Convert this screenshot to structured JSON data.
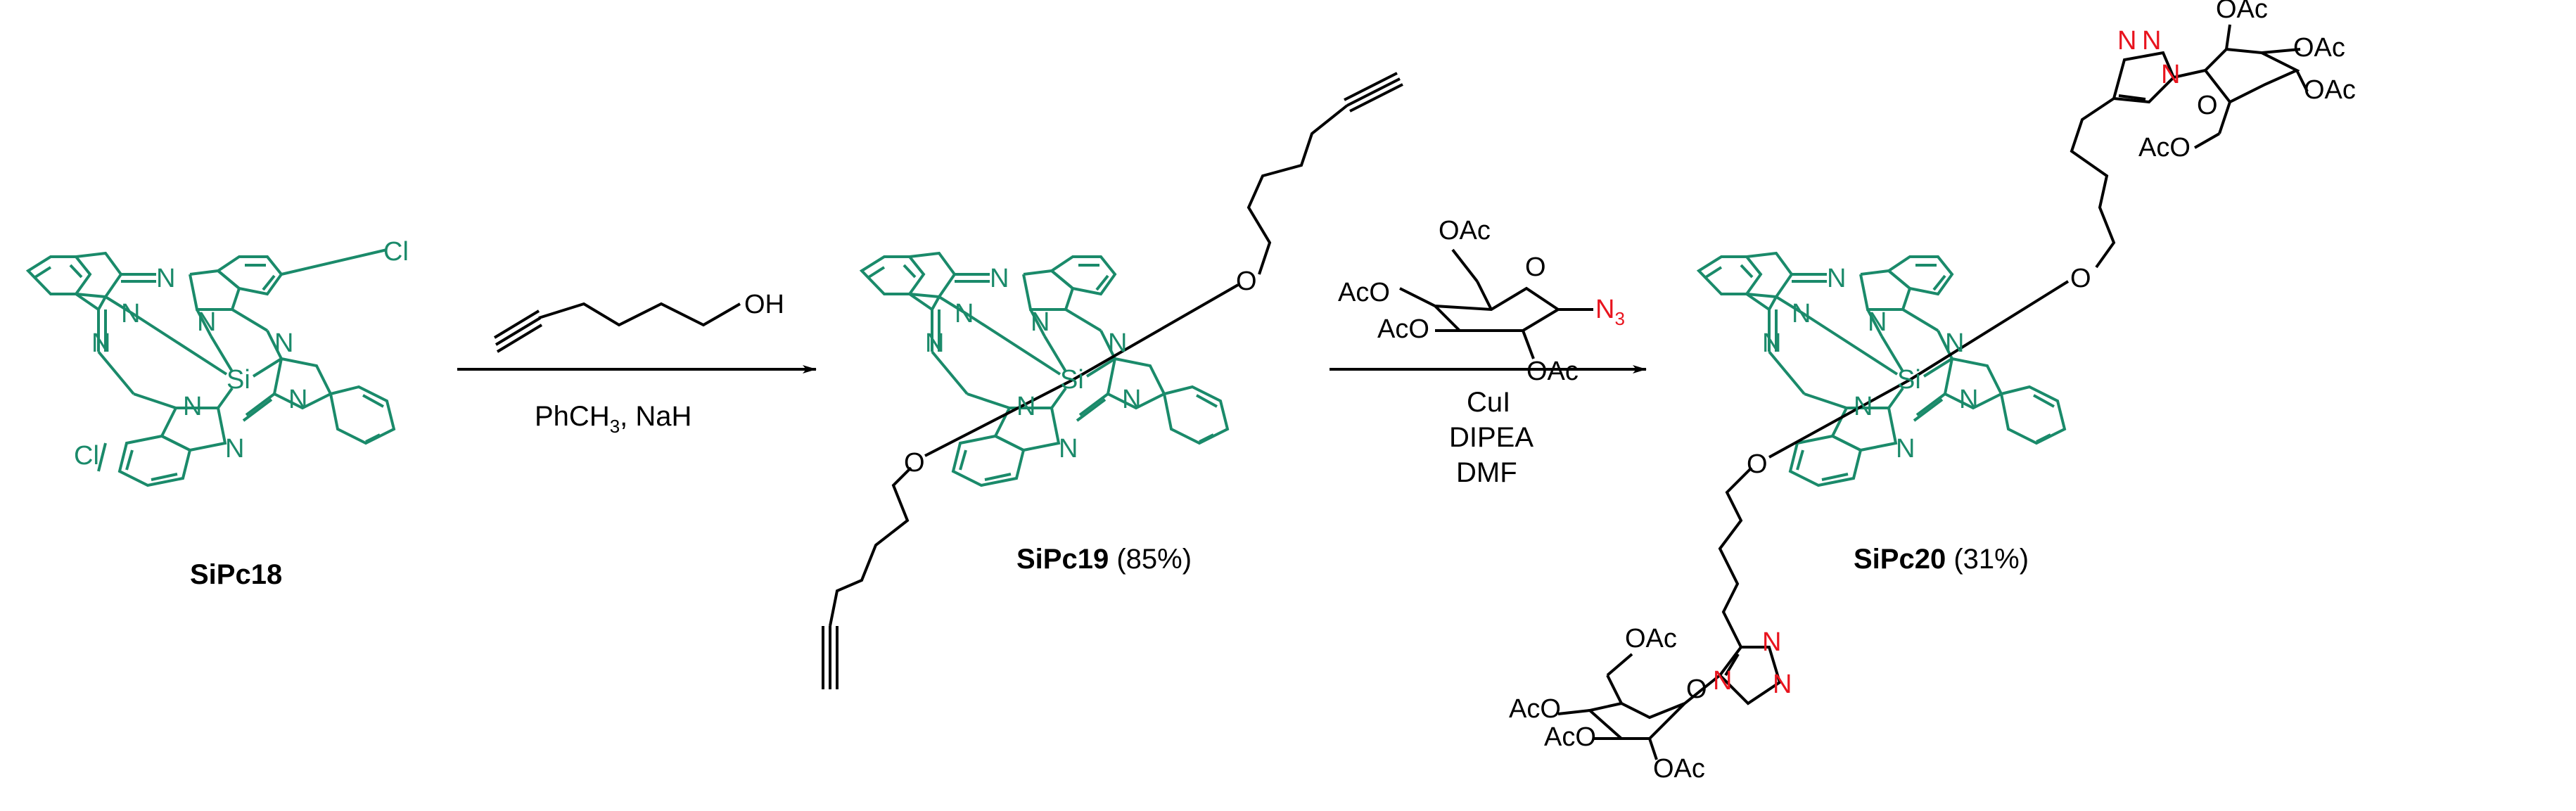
{
  "colors": {
    "phthalocyanine": "#1a8a6a",
    "skeleton": "#000000",
    "azide_triazole_nitrogen": "#e8141e",
    "background": "#ffffff"
  },
  "compounds": [
    {
      "id": "sipc18",
      "name": "SiPc18",
      "yield": ""
    },
    {
      "id": "sipc19",
      "name": "SiPc19",
      "yield": "(85%)"
    },
    {
      "id": "sipc20",
      "name": "SiPc20",
      "yield": "(31%)"
    }
  ],
  "atoms": {
    "N": "N",
    "Si": "Si",
    "Cl": "Cl",
    "O": "O",
    "OH": "OH",
    "OAc": "OAc",
    "AcO": "AcO",
    "N3": "N",
    "N3_sub": "3"
  },
  "reactions": [
    {
      "id": "step1",
      "conditions_below": [
        "PhCH",
        "3",
        ", NaH"
      ]
    },
    {
      "id": "step2",
      "conditions_below": [
        "CuI",
        "DIPEA",
        "DMF"
      ]
    }
  ]
}
